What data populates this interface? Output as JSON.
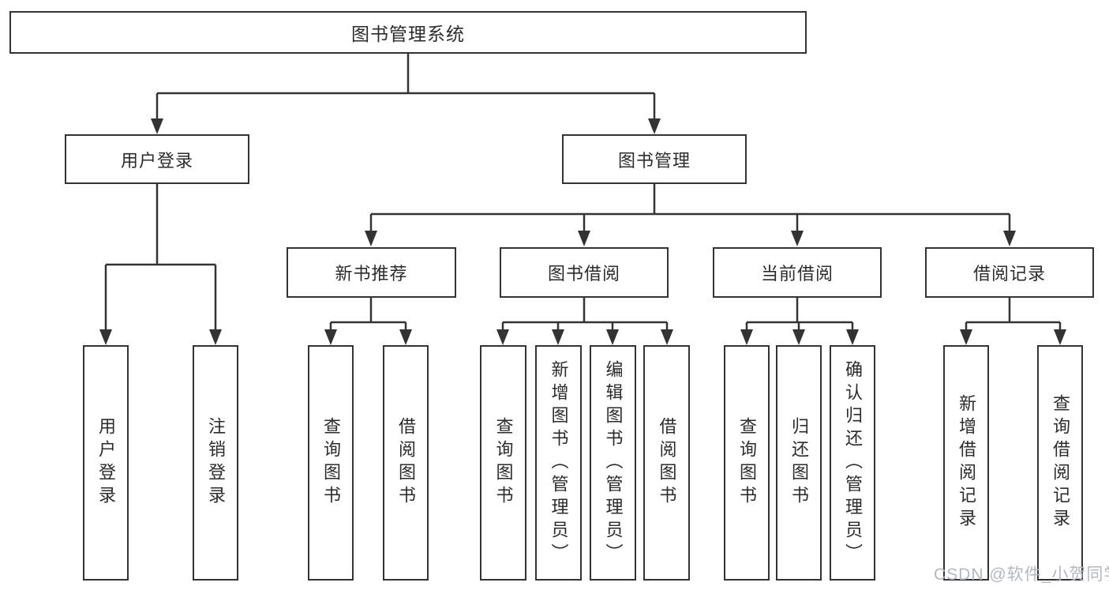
{
  "diagram": {
    "title": "图书管理系统",
    "colors": {
      "line": "#333333",
      "text": "#2b2b2b",
      "box_background": "#ffffff",
      "watermark": "#b4b8be"
    },
    "nodes": {
      "root": {
        "label": "图书管理系统"
      },
      "user_login": {
        "label": "用户登录"
      },
      "book_mgmt": {
        "label": "图书管理"
      },
      "new_book_rec": {
        "label": "新书推荐"
      },
      "book_borrow": {
        "label": "图书借阅"
      },
      "current_borrow": {
        "label": "当前借阅"
      },
      "borrow_records": {
        "label": "借阅记录"
      },
      "l_user_login": {
        "label": "用户登录"
      },
      "l_logout": {
        "label": "注销登录"
      },
      "l_rec_query": {
        "label": "查询图书"
      },
      "l_rec_borrow": {
        "label": "借阅图书"
      },
      "l_bor_query": {
        "label": "查询图书"
      },
      "l_bor_add": {
        "label": "新增图书（管理员）"
      },
      "l_bor_edit": {
        "label": "编辑图书（管理员）"
      },
      "l_bor_borrow": {
        "label": "借阅图书"
      },
      "l_cur_query": {
        "label": "查询图书"
      },
      "l_cur_return": {
        "label": "归还图书"
      },
      "l_cur_confirm": {
        "label": "确认归还（管理员）"
      },
      "l_hist_add": {
        "label": "新增借阅记录"
      },
      "l_hist_query": {
        "label": "查询借阅记录"
      }
    },
    "hierarchy": {
      "root": [
        "user_login",
        "book_mgmt"
      ],
      "user_login": [
        "l_user_login",
        "l_logout"
      ],
      "book_mgmt": [
        "new_book_rec",
        "book_borrow",
        "current_borrow",
        "borrow_records"
      ],
      "new_book_rec": [
        "l_rec_query",
        "l_rec_borrow"
      ],
      "book_borrow": [
        "l_bor_query",
        "l_bor_add",
        "l_bor_edit",
        "l_bor_borrow"
      ],
      "current_borrow": [
        "l_cur_query",
        "l_cur_return",
        "l_cur_confirm"
      ],
      "borrow_records": [
        "l_hist_add",
        "l_hist_query"
      ]
    },
    "watermark": {
      "text": "CSDN @软件_小贺同学"
    }
  }
}
